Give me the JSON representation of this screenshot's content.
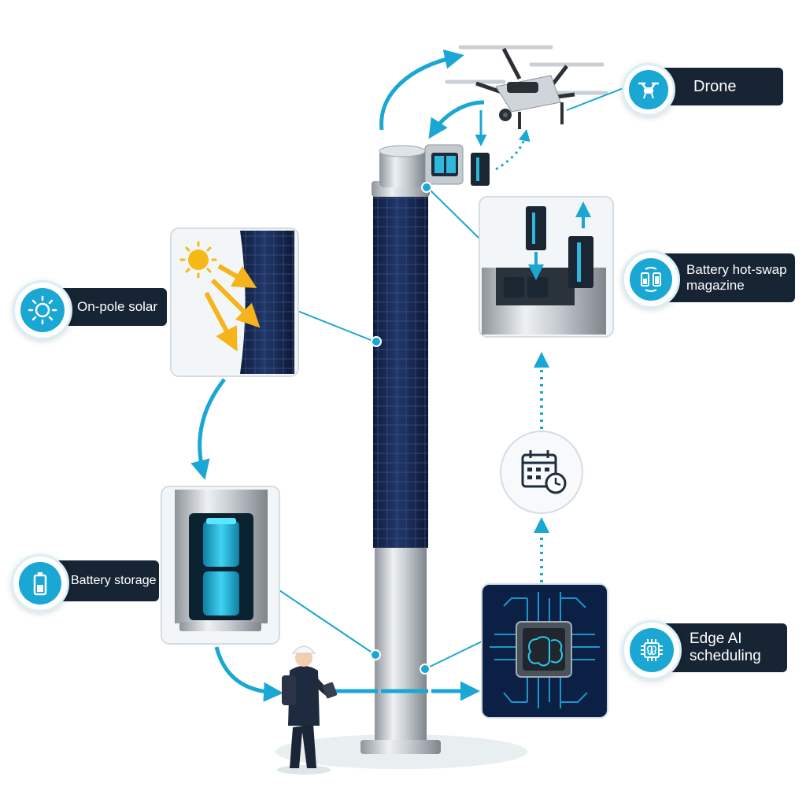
{
  "labels": {
    "drone": "Drone",
    "battery_swap": "Battery hot-swap magazine",
    "solar": "On-pole solar",
    "battery_storage": "Battery storage",
    "edge_ai": "Edge AI scheduling"
  },
  "icons": {
    "drone": "drone-icon",
    "battery_swap": "battery-swap-icon",
    "solar": "sun-icon",
    "battery_storage": "battery-icon",
    "edge_ai": "chip-brain-icon",
    "schedule": "calendar-clock-icon"
  },
  "colors": {
    "accent": "#1aa7d3",
    "label_bg": "#162434",
    "solar_panel": "#1b2d55",
    "steel": "#c9cfd4",
    "sun": "#f5b915"
  }
}
